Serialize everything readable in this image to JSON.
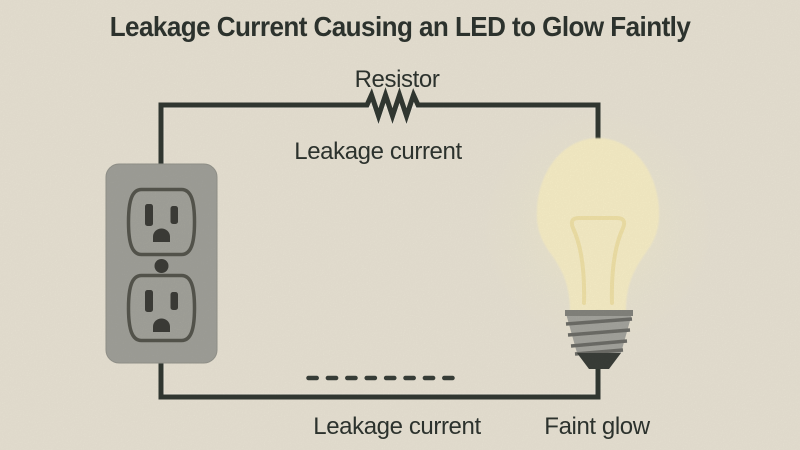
{
  "title": "Leakage Current Causing an LED to Glow Faintly",
  "labels": {
    "resistor": "Resistor",
    "leakage_current_top": "Leakage current",
    "leakage_current_bottom": "Leakage current",
    "faint_glow": "Faint glow"
  },
  "diagram": {
    "type": "circuit-illustration",
    "components": [
      {
        "name": "wall-outlet",
        "description": "gray duplex power outlet on left side of circuit loop"
      },
      {
        "name": "resistor-symbol",
        "description": "zigzag resistor symbol in top wire of circuit"
      },
      {
        "name": "light-bulb",
        "description": "faintly glowing incandescent bulb with screw base on right side of circuit"
      },
      {
        "name": "dashed-current-line",
        "description": "horizontal dashed line above bottom wire indicating leakage current flow"
      }
    ],
    "colors": {
      "background": "#ece6d7",
      "wire": "#333a33",
      "text": "#2c322d",
      "outlet_plate": "#a3a39c",
      "outlet_socket_fill": "#a6a69e",
      "outlet_socket_outline": "#57574f",
      "outlet_slot": "#3e3e39",
      "bulb_glass": "#fbf2ca",
      "bulb_inner_line": "#f3e4a8",
      "bulb_base": "#a7a7a0",
      "bulb_base_ridge": "#6f6f69",
      "bulb_tip": "#3b3f3a"
    }
  }
}
